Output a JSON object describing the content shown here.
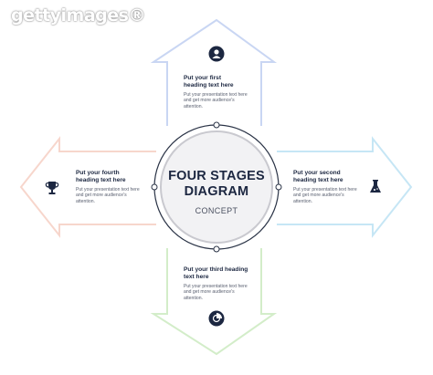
{
  "watermark": "gettyimages®",
  "center": {
    "title_line1": "FOUR STAGES",
    "title_line2": "DIAGRAM",
    "subtitle": "CONCEPT"
  },
  "stages": [
    {
      "id": "top",
      "heading": "Put your first heading text here",
      "body": "Put your presentation text here and get more audience's attention.",
      "icon": "person-icon",
      "color": "#c9d6f3"
    },
    {
      "id": "right",
      "heading": "Put your second heading text here",
      "body": "Put your presentation text here and get more audience's attention.",
      "icon": "flask-icon",
      "color": "#c6e6f5"
    },
    {
      "id": "bottom",
      "heading": "Put your third heading text here",
      "body": "Put your presentation text here and get more audience's attention.",
      "icon": "chart-icon",
      "color": "#d3edc9"
    },
    {
      "id": "left",
      "heading": "Put your fourth heading text here",
      "body": "Put your presentation text here and get more audience's attention.",
      "icon": "trophy-icon",
      "color": "#f7d6cc"
    }
  ]
}
